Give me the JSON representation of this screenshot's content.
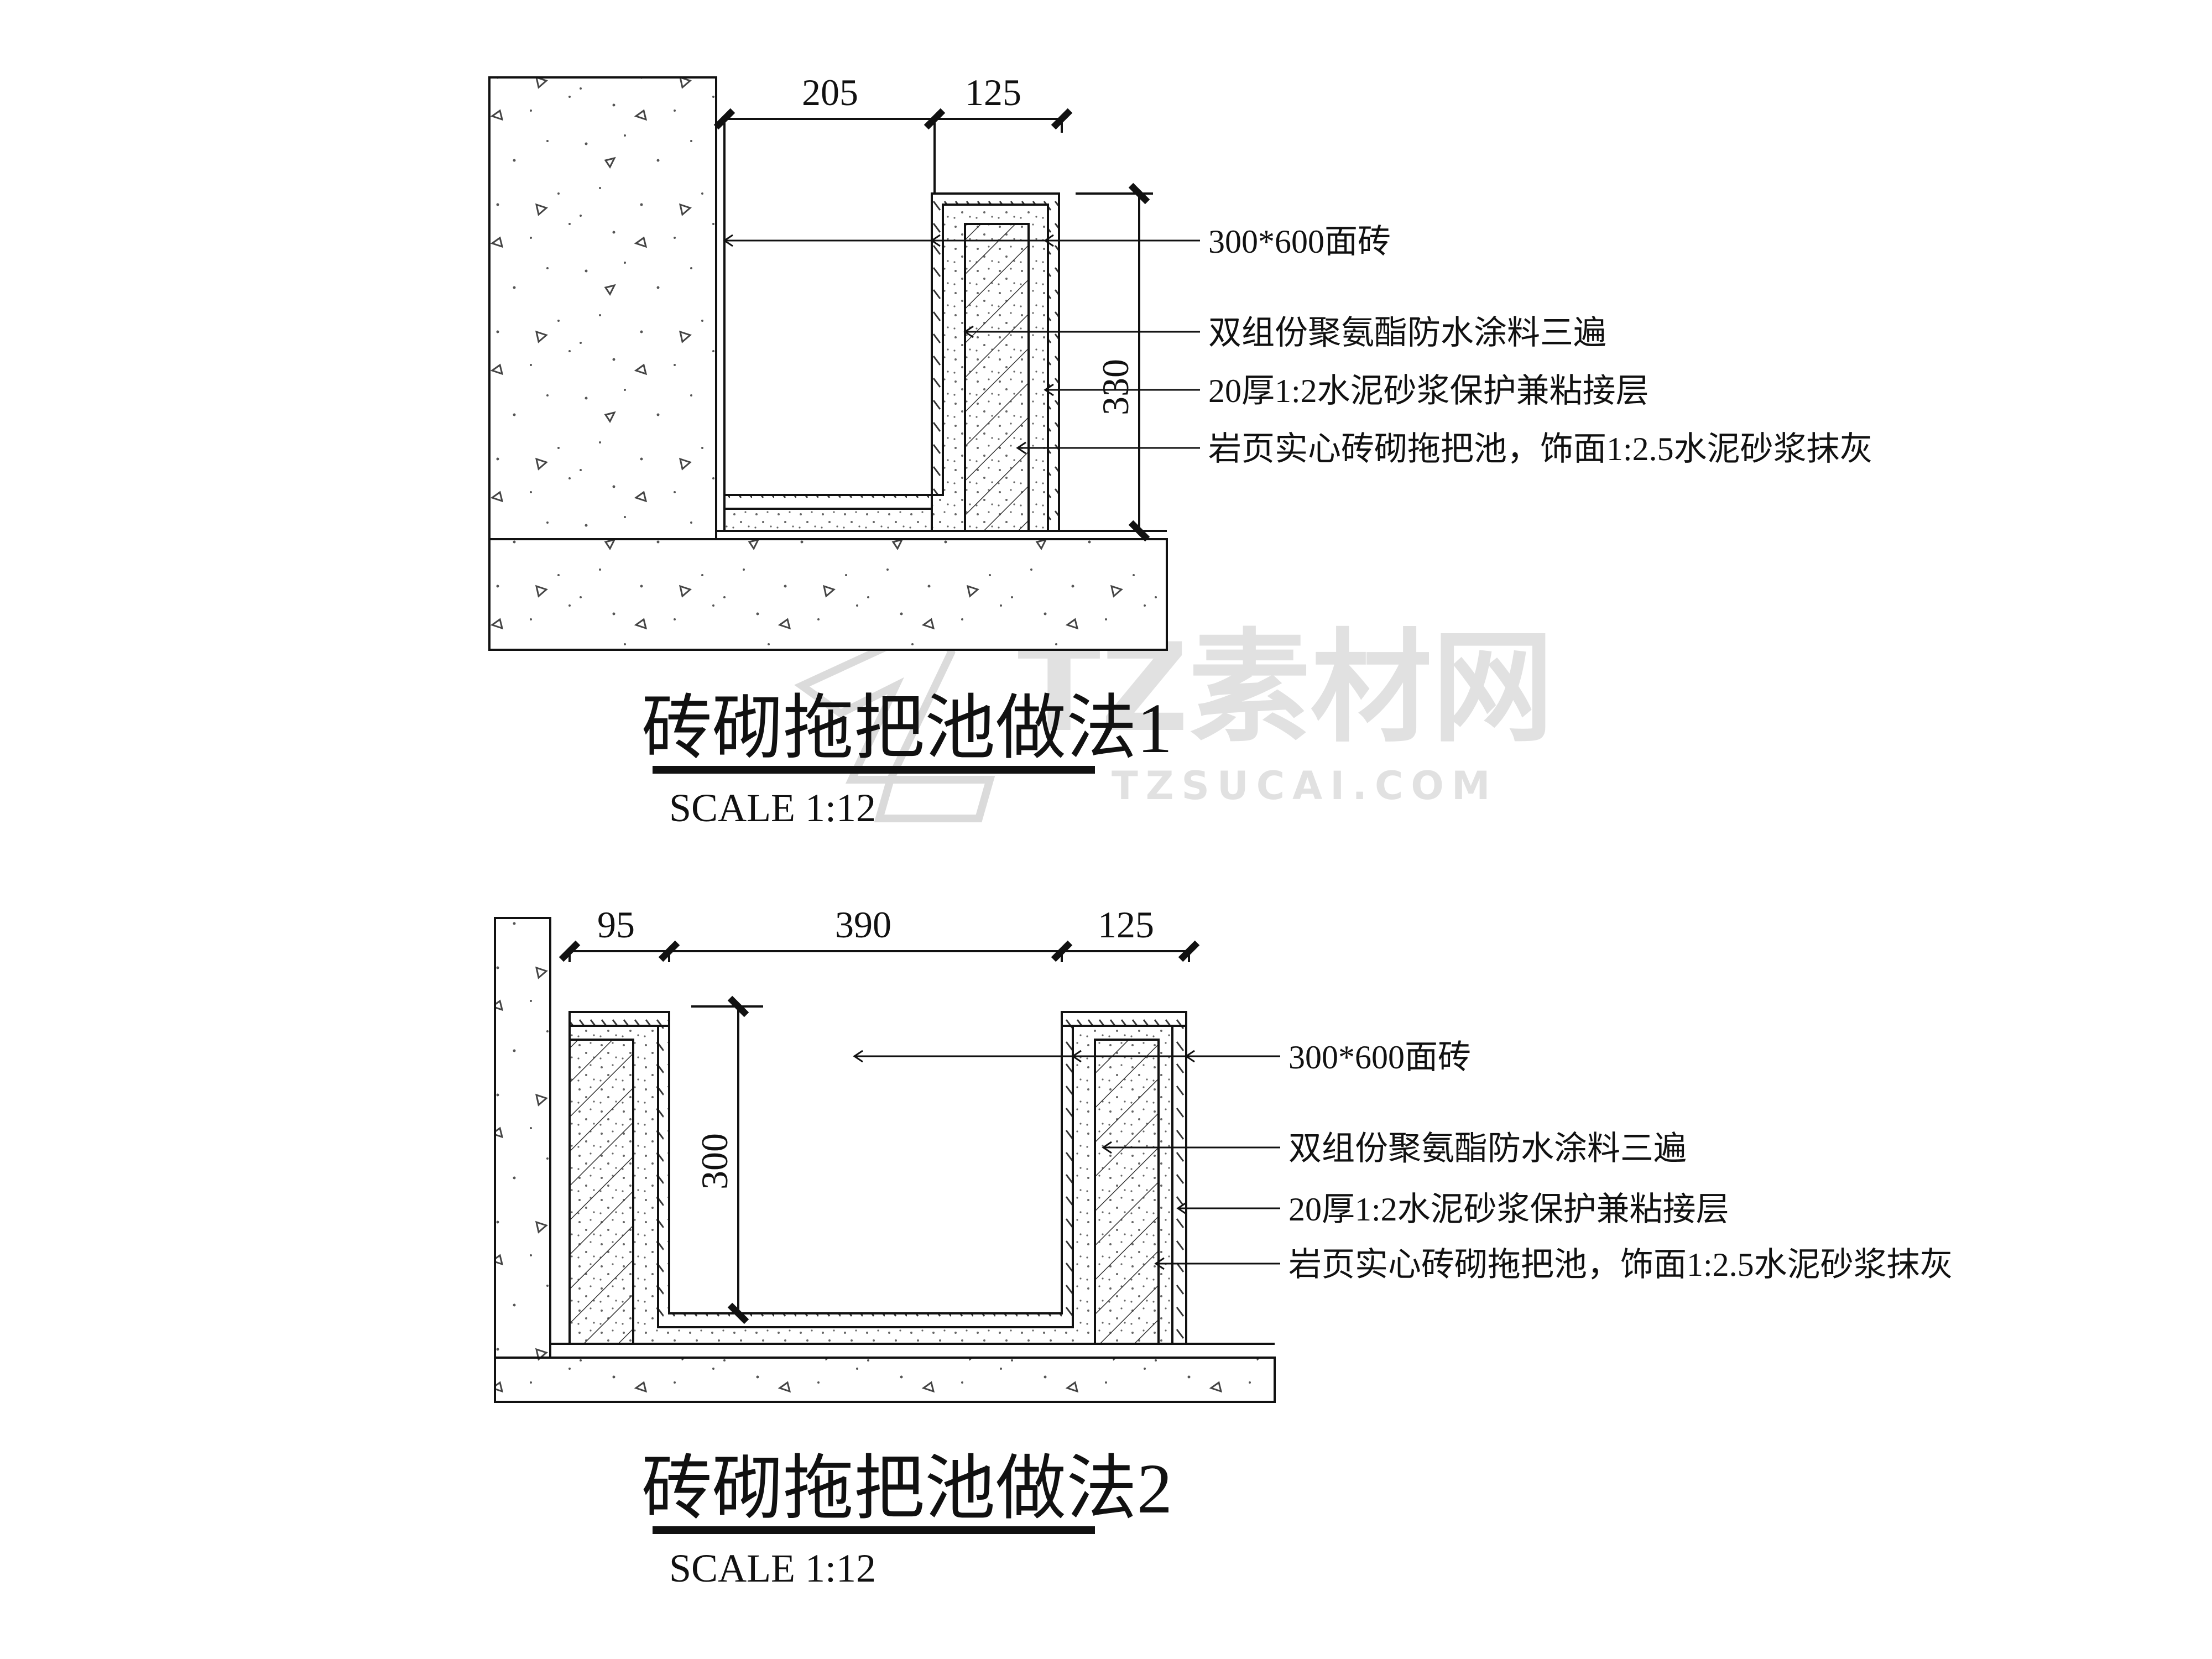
{
  "drawing1": {
    "dims": {
      "a": "205",
      "b": "125",
      "h": "330"
    },
    "notes": {
      "n1": "300*600面砖",
      "n2": "双组份聚氨酯防水涂料三遍",
      "n3": "20厚1:2水泥砂浆保护兼粘接层",
      "n4": "岩页实心砖砌拖把池，饰面1:2.5水泥砂浆抹灰"
    },
    "title": "砖砌拖把池做法1",
    "scale": "SCALE 1:12"
  },
  "drawing2": {
    "dims": {
      "a": "95",
      "b": "390",
      "c": "125",
      "h": "300"
    },
    "notes": {
      "n1": "300*600面砖",
      "n2": "双组份聚氨酯防水涂料三遍",
      "n3": "20厚1:2水泥砂浆保护兼粘接层",
      "n4": "岩页实心砖砌拖把池，饰面1:2.5水泥砂浆抹灰"
    },
    "title": "砖砌拖把池做法2",
    "scale": "SCALE 1:12"
  },
  "watermark": {
    "brand": "TZ素材网",
    "url": "TZSUCAI.COM"
  }
}
